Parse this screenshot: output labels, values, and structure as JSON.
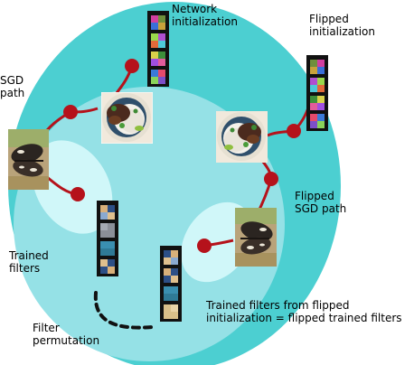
{
  "labels": {
    "network_init_1": "Network",
    "network_init_2": "initialization",
    "flipped_init_1": "Flipped",
    "flipped_init_2": "initialization",
    "sgd_path_1": "SGD",
    "sgd_path_2": "path",
    "flipped_sgd_1": "Flipped",
    "flipped_sgd_2": "SGD path",
    "trained_filters_1": "Trained",
    "trained_filters_2": "filters",
    "filter_perm_1": "Filter",
    "filter_perm_2": "permutation",
    "trained_flipped_1": "Trained filters from flipped",
    "trained_flipped_2": "initialization = flipped trained filters"
  },
  "colors": {
    "outer_blob": "#4ccfd1",
    "inner_blob": "#95e1e6",
    "left_spot": "#d0f7f9",
    "right_spot": "#d0f7f9",
    "path": "#b5121b",
    "permutation": "#111111"
  }
}
